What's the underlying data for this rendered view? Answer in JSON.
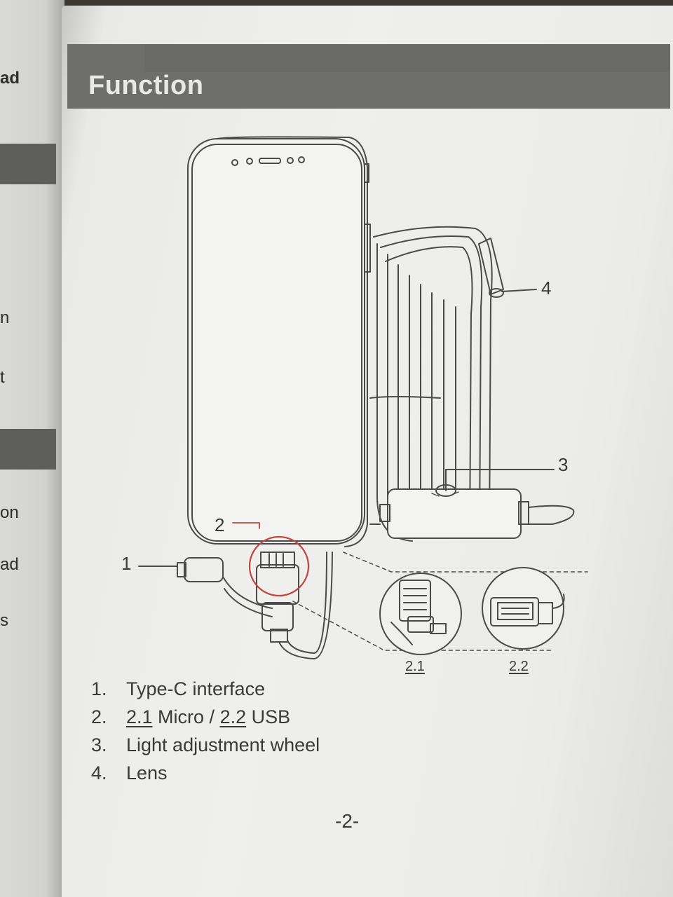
{
  "left_page": {
    "fragments": [
      "ad",
      "n",
      "t",
      "on",
      "ad",
      "s"
    ]
  },
  "header": {
    "title": "Function"
  },
  "diagram": {
    "callouts": [
      "1",
      "2",
      "3",
      "4"
    ],
    "sub_labels": [
      "2.1",
      "2.2"
    ]
  },
  "legend": [
    {
      "number": "1.",
      "text": "Type-C interface"
    },
    {
      "number": "2.",
      "part_a": "2.1",
      "text_a": " Micro / ",
      "part_b": "2.2",
      "text_b": " USB"
    },
    {
      "number": "3.",
      "text": "Light adjustment wheel"
    },
    {
      "number": "4.",
      "text": "Lens"
    }
  ],
  "page_number": "-2-",
  "colors": {
    "header_band": "#6e6e6c",
    "paper": "#efefed",
    "highlight_circle": "#c0463c"
  }
}
